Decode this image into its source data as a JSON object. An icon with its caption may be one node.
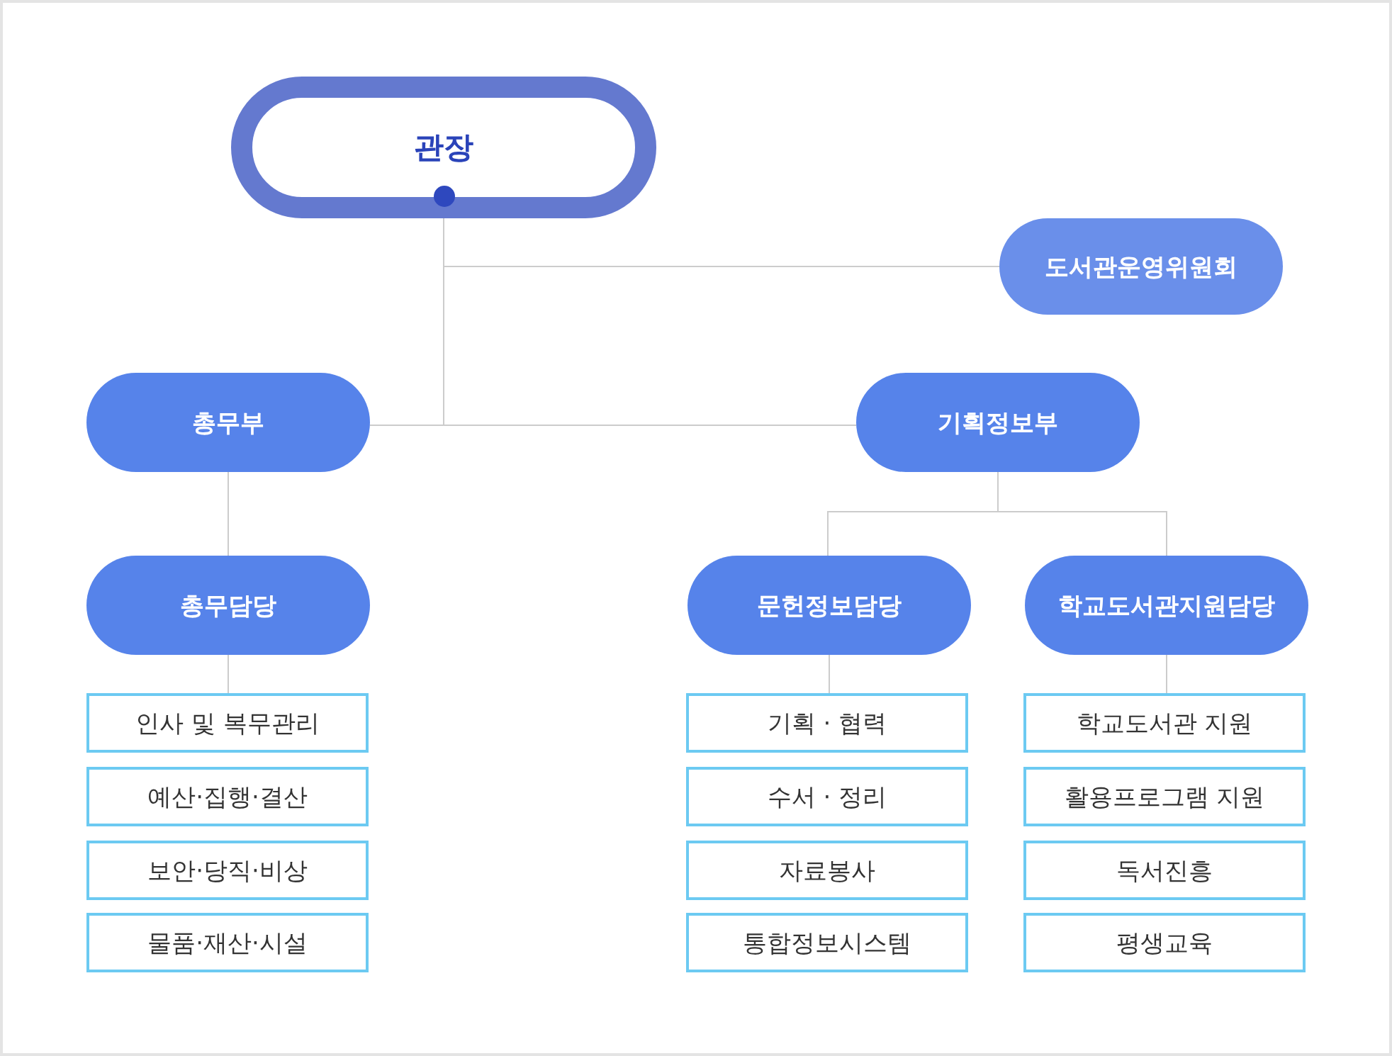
{
  "diagram": {
    "nodes": [
      {
        "text": [
          "관장"
        ]
      },
      {
        "text": [
          "도서관운영위원회"
        ]
      },
      {
        "text": [
          "총무부"
        ]
      },
      {
        "text": [
          "기획정보부"
        ]
      },
      {
        "text": [
          "총무담당"
        ]
      },
      {
        "text": [
          "문헌정보담당"
        ]
      },
      {
        "text": [
          "학교도서관지원담당"
        ]
      },
      {
        "text": [
          "인사 및 복무관리"
        ]
      },
      {
        "text": [
          "예산·집행·결산"
        ]
      },
      {
        "text": [
          "보안·당직·비상"
        ]
      },
      {
        "text": [
          "물품·재산·시설"
        ]
      },
      {
        "text": [
          "기획 · 협력"
        ]
      },
      {
        "text": [
          "수서 · 정리"
        ]
      },
      {
        "text": [
          "자료봉사"
        ]
      },
      {
        "text": [
          "통합정보시스템"
        ]
      },
      {
        "text": [
          "학교도서관 지원"
        ]
      },
      {
        "text": [
          "활용프로그램 지원"
        ]
      },
      {
        "text": [
          "독서진흥"
        ]
      },
      {
        "text": [
          "평생교육"
        ]
      }
    ],
    "edges": [
      {
        "from": 0,
        "to": 1,
        "arrow": "none"
      },
      {
        "from": 0,
        "to": 2,
        "arrow": "none"
      },
      {
        "from": 0,
        "to": 3,
        "arrow": "none"
      },
      {
        "from": 2,
        "to": 4,
        "arrow": "none"
      },
      {
        "from": 3,
        "to": 5,
        "arrow": "none"
      },
      {
        "from": 3,
        "to": 6,
        "arrow": "none"
      },
      {
        "from": 4,
        "to": 7,
        "arrow": "none"
      },
      {
        "from": 5,
        "to": 11,
        "arrow": "none"
      },
      {
        "from": 6,
        "to": 15,
        "arrow": "none"
      }
    ]
  }
}
